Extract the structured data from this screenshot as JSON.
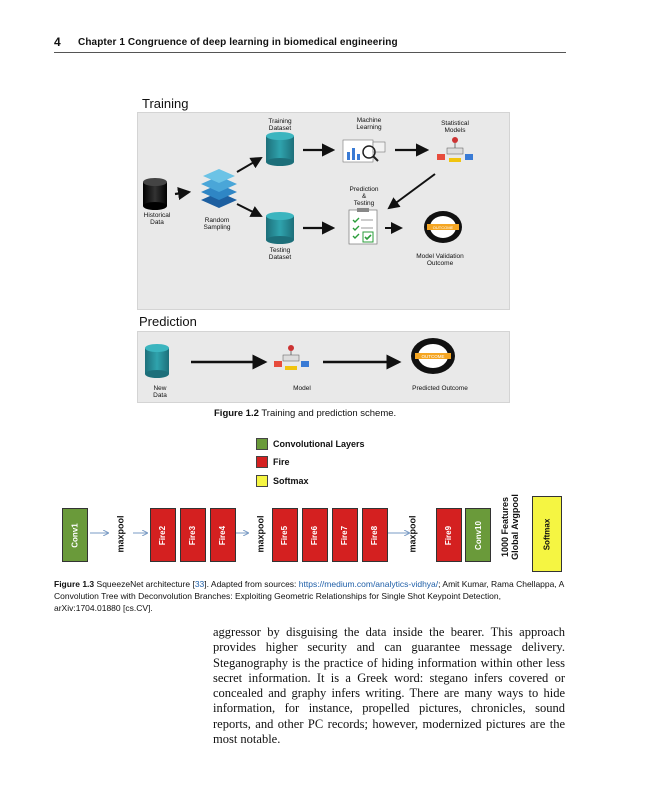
{
  "header": {
    "page_number": "4",
    "chapter_title": "Chapter 1 Congruence of deep learning in biomedical engineering"
  },
  "figure12": {
    "training_title": "Training",
    "prediction_title": "Prediction",
    "labels": {
      "training_dataset": "Training\nDataset",
      "machine_learning": "Machine\nLearning",
      "statistical_models": "Statistical\nModels",
      "prediction_testing": "Prediction\n&\nTesting",
      "historical_data": "Historical\nData",
      "random_sampling": "Random\nSampling",
      "testing_dataset": "Testing\nDataset",
      "model_validation_outcome": "Model Validation\nOutcome",
      "new_data": "New\nData",
      "model": "Model",
      "predicted_outcome": "Predicted Outcome",
      "outcome_badge": "OUTCOME"
    },
    "caption_label": "Figure 1.2",
    "caption_text": "Training and prediction scheme."
  },
  "figure13": {
    "legend": [
      {
        "label": "Convolutional Layers",
        "color": "#6a9a3a"
      },
      {
        "label": "Fire",
        "color": "#d42020"
      },
      {
        "label": "Softmax",
        "color": "#f5f542"
      }
    ],
    "layers": [
      {
        "label": "Conv1",
        "kind": "conv"
      },
      {
        "label": "maxpool",
        "kind": "pool"
      },
      {
        "label": "Fire2",
        "kind": "fire"
      },
      {
        "label": "Fire3",
        "kind": "fire"
      },
      {
        "label": "Fire4",
        "kind": "fire"
      },
      {
        "label": "maxpool",
        "kind": "pool"
      },
      {
        "label": "Fire5",
        "kind": "fire"
      },
      {
        "label": "Fire6",
        "kind": "fire"
      },
      {
        "label": "Fire7",
        "kind": "fire"
      },
      {
        "label": "Fire8",
        "kind": "fire"
      },
      {
        "label": "maxpool",
        "kind": "pool"
      },
      {
        "label": "Fire9",
        "kind": "fire"
      },
      {
        "label": "Conv10",
        "kind": "conv"
      },
      {
        "label": "Global Avgpool",
        "kind": "avg",
        "extra": "1000 Features"
      },
      {
        "label": "Softmax",
        "kind": "softmax"
      }
    ],
    "caption_label": "Figure 1.3",
    "caption_pre": "SqueezeNet architecture [",
    "caption_ref": "33",
    "caption_mid": "]. Adapted from sources: ",
    "caption_link": "https://medium.com/analytics-vidhya/",
    "caption_post": "; Amit Kumar, Rama Chellappa, A Convolution Tree with Deconvolution Branches: Exploiting Geometric Relationships for Single Shot Keypoint Detection, arXiv:1704.01880 [cs.CV]."
  },
  "body_text": "aggressor by disguising the data inside the bearer. This approach provides higher security and can guarantee message delivery. Steganography is the practice of hiding information within other less secret information. It is a Greek word: stegano infers covered or concealed and graphy infers writing. There are many ways to hide information, for instance, propelled pictures, chronicles, sound reports, and other PC records; however, modernized pictures are the most notable."
}
